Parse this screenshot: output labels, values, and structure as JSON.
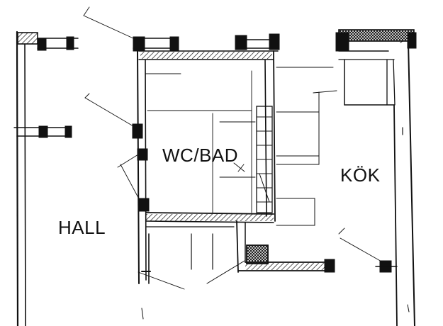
{
  "rooms": {
    "wc_bad": "WC/BAD",
    "kok": "KÖK",
    "hall": "HALL"
  },
  "colors": {
    "ink": "#111111",
    "paper": "#ffffff"
  }
}
